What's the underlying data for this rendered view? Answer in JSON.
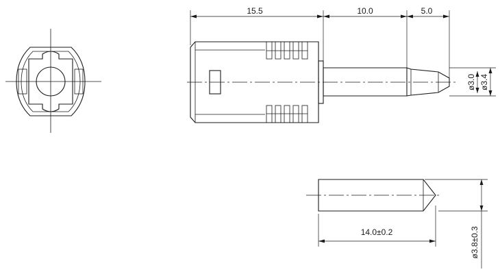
{
  "dimensions": {
    "body_length": "15.5",
    "pin_length": "10.0",
    "tip_length": "5.0",
    "diameter_inner": "ø3.0",
    "diameter_outer": "ø3.4",
    "bushing_length": "14.0±0.2",
    "bushing_diameter": "ø3.8±0.3"
  }
}
